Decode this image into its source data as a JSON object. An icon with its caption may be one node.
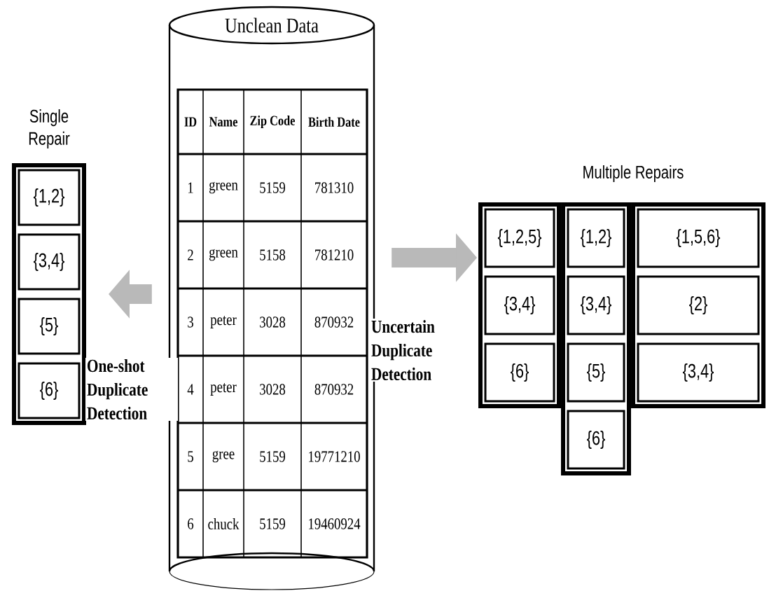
{
  "diagram": {
    "nodes": [
      {
        "text": [
          "Unclean Data"
        ]
      },
      {
        "text": [
          "Single Repair"
        ]
      },
      {
        "text": [
          "{1,2}"
        ],
        "in": 1
      },
      {
        "text": [
          "{3,4}"
        ],
        "in": 1
      },
      {
        "text": [
          "{5}"
        ],
        "in": 1
      },
      {
        "text": [
          "{6}"
        ],
        "in": 1
      },
      {
        "text": [],
        "shape": "box"
      },
      {
        "text": [
          "{1,2,5}"
        ],
        "in": 6
      },
      {
        "text": [
          "{3,4}"
        ],
        "in": 6
      },
      {
        "text": [
          "{6}"
        ],
        "in": 6
      },
      {
        "text": [],
        "shape": "box"
      },
      {
        "text": [
          "{1,2}"
        ],
        "in": 10
      },
      {
        "text": [
          "{3,4}"
        ],
        "in": 10
      },
      {
        "text": [
          "{5}"
        ],
        "in": 10
      },
      {
        "text": [
          "{6}"
        ],
        "in": 10
      },
      {
        "text": [],
        "shape": "box"
      },
      {
        "text": [
          "{1,5,6}"
        ],
        "in": 15
      },
      {
        "text": [
          "{2}"
        ],
        "in": 15
      },
      {
        "text": [
          "{3,4}"
        ],
        "in": 15
      }
    ],
    "edges": [
      {
        "from": 0,
        "to": 1,
        "arrow": "to",
        "label": "One-shot Duplicate Detection"
      },
      {
        "from": 0,
        "to": 6,
        "arrow": "to",
        "label": "Uncertain Duplicate Detection"
      }
    ],
    "labels": [
      "ID",
      "Name",
      "Zip Code",
      "Birth Date",
      "1",
      "green",
      "5159",
      "781310",
      "2",
      "green",
      "5158",
      "781210",
      "3",
      "peter",
      "3028",
      "870932",
      "4",
      "peter",
      "3028",
      "870932",
      "5",
      "gree",
      "5159",
      "19771210",
      "6",
      "chuck",
      "5159",
      "19460924",
      "Multiple Repairs"
    ]
  }
}
